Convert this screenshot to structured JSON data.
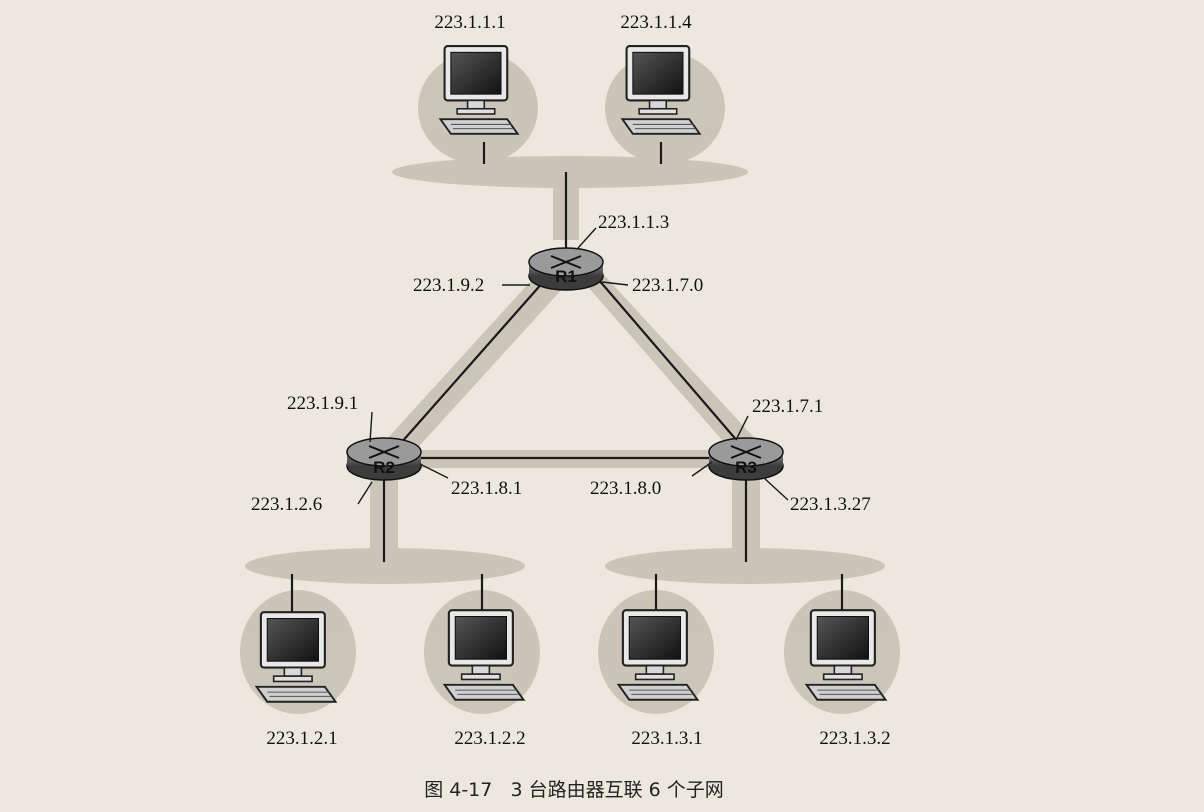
{
  "hosts": [
    {
      "id": "h1",
      "label": "223.1.1.1"
    },
    {
      "id": "h2",
      "label": "223.1.1.4"
    },
    {
      "id": "h3",
      "label": "223.1.2.1"
    },
    {
      "id": "h4",
      "label": "223.1.2.2"
    },
    {
      "id": "h5",
      "label": "223.1.3.1"
    },
    {
      "id": "h6",
      "label": "223.1.3.2"
    }
  ],
  "routers": [
    {
      "id": "r1",
      "label": "R1"
    },
    {
      "id": "r2",
      "label": "R2"
    },
    {
      "id": "r3",
      "label": "R3"
    }
  ],
  "interfaces": {
    "r1_top": "223.1.1.3",
    "r1_left": "223.1.9.2",
    "r1_right": "223.1.7.0",
    "r2_top": "223.1.9.1",
    "r2_bottom": "223.1.2.6",
    "r2_right": "223.1.8.1",
    "r3_top": "223.1.7.1",
    "r3_left": "223.1.8.0",
    "r3_bottom": "223.1.3.27"
  },
  "caption": "图 4-17   3 台路由器互联 6 个子网",
  "colors": {
    "background": "#ece8de",
    "subnet_fill": "#c8c2b6",
    "link": "#1a1a1a",
    "router_fill": "#555555",
    "screen": "#2a2a2a"
  }
}
